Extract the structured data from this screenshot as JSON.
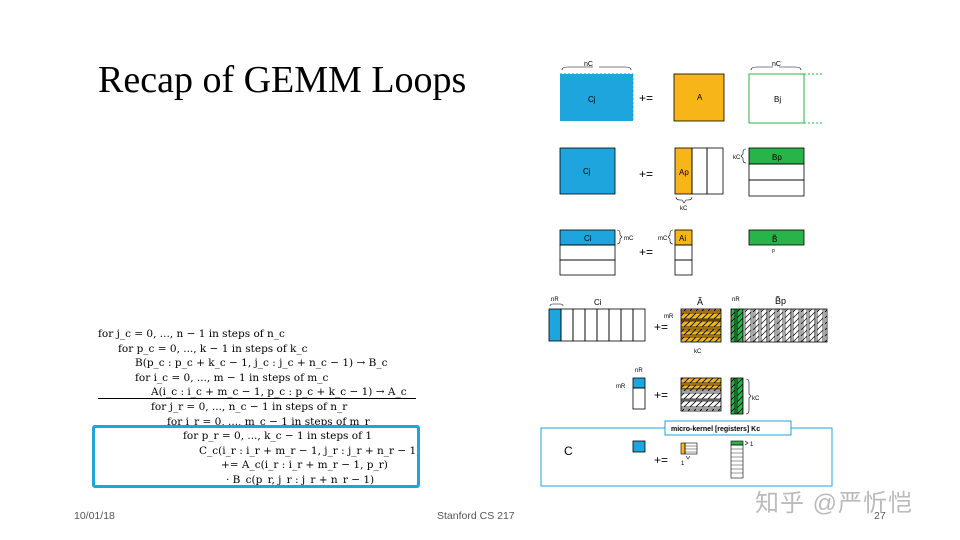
{
  "slide": {
    "title": "Recap of GEMM Loops",
    "footer_date": "10/01/18",
    "footer_course": "Stanford CS 217",
    "page_number": "27",
    "watermark": "知乎 @严忻恺"
  },
  "code": {
    "lines": [
      "for j_c = 0, ..., n − 1 in steps of n_c",
      "for p_c = 0, ..., k − 1 in steps of k_c",
      "B(p_c : p_c + k_c − 1, j_c : j_c + n_c − 1) → B_c",
      "for i_c = 0, ..., m − 1 in steps of m_c",
      "A(i_c : i_c + m_c − 1, p_c : p_c + k_c − 1) → A_c",
      "for j_r = 0, ..., n_c − 1 in steps of n_r",
      "for i_r = 0, ..., m_c − 1 in steps of m_r",
      "for p_r = 0, ..., k_c − 1 in steps of 1",
      "C_c(i_r : i_r + m_r − 1, j_r : j_r + n_r − 1)",
      "+= A_c(i_r : i_r + m_r − 1, p_r)",
      "· B_c(p_r, j_r : j_r + n_r − 1)"
    ]
  },
  "diagram": {
    "operator": "+=",
    "row1": {
      "c_label": "Cj",
      "a_label": "A",
      "b_label": "Bj",
      "nc_top": "nC",
      "nc_top_b": "nC"
    },
    "row2": {
      "c_label": "Cj",
      "a_label": "Ap",
      "b_label": "Bp",
      "kc_side": "kC",
      "kc_bottom": "kC"
    },
    "row3": {
      "c_label": "Ci",
      "a_label": "Ai",
      "b_label": "B̃",
      "b_sub": "p",
      "mc_c": "mC",
      "mc_a": "mC"
    },
    "row4": {
      "nr_label": "nR",
      "c_label": "Ci",
      "a_label": "Ã",
      "b_label": "B̃p",
      "nr_b": "nR",
      "mr_label": "mR",
      "kc_label": "kC"
    },
    "row5": {
      "nr_label": "nR",
      "mr_label": "mR",
      "kc_label": "kC"
    },
    "row6": {
      "c_label": "C",
      "microkernel_label": "micro-kernel [registers] Kc",
      "one_a": "1",
      "one_b": "1"
    },
    "colors": {
      "blue": "#1ea5dd",
      "orange": "#f7b51a",
      "green": "#29b44a",
      "dark_green": "#1d8c36"
    }
  }
}
